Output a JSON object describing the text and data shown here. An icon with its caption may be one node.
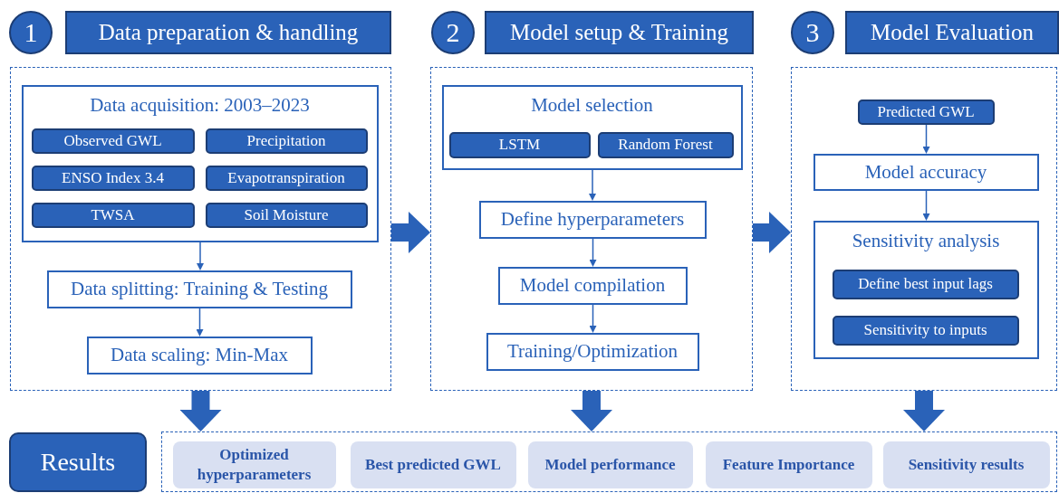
{
  "diagram": {
    "nodes": [
      {
        "text": [
          "1"
        ]
      },
      {
        "text": [
          "Data preparation & handling"
        ]
      },
      {
        "text": [
          "2"
        ]
      },
      {
        "text": [
          "Model setup & Training"
        ]
      },
      {
        "text": [
          "3"
        ]
      },
      {
        "text": [
          "Model Evaluation"
        ]
      },
      {
        "text": [],
        "shape": "box"
      },
      {
        "text": [
          "Data acquisition: 2003–2023"
        ],
        "in": 6
      },
      {
        "text": [
          "Observed GWL"
        ],
        "in": 7
      },
      {
        "text": [
          "Precipitation"
        ],
        "in": 7
      },
      {
        "text": [
          "ENSO Index 3.4"
        ],
        "in": 7
      },
      {
        "text": [
          "Evapotranspiration"
        ],
        "in": 7
      },
      {
        "text": [
          "TWSA"
        ],
        "in": 7
      },
      {
        "text": [
          "Soil Moisture"
        ],
        "in": 7
      },
      {
        "text": [
          "Data splitting: Training & Testing"
        ],
        "in": 6
      },
      {
        "text": [
          "Data scaling: Min-Max"
        ],
        "in": 6
      },
      {
        "text": [],
        "shape": "box"
      },
      {
        "text": [
          "Model selection"
        ],
        "in": 16
      },
      {
        "text": [
          "LSTM"
        ],
        "in": 17
      },
      {
        "text": [
          "Random Forest"
        ],
        "in": 17
      },
      {
        "text": [
          "Define hyperparameters"
        ],
        "in": 16
      },
      {
        "text": [
          "Model compilation"
        ],
        "in": 16
      },
      {
        "text": [
          "Training/Optimization"
        ],
        "in": 16
      },
      {
        "text": [],
        "shape": "box"
      },
      {
        "text": [
          "Predicted GWL"
        ],
        "in": 23
      },
      {
        "text": [
          "Model accuracy"
        ],
        "in": 23
      },
      {
        "text": [
          "Sensitivity analysis"
        ],
        "in": 23
      },
      {
        "text": [
          "Define best input lags"
        ],
        "in": 26
      },
      {
        "text": [
          "Sensitivity to inputs"
        ],
        "in": 26
      },
      {
        "text": [
          "Results"
        ]
      },
      {
        "text": [],
        "shape": "box"
      },
      {
        "text": [
          "Optimized hyperparameters"
        ],
        "in": 30
      },
      {
        "text": [
          "Best predicted GWL"
        ],
        "in": 30
      },
      {
        "text": [
          "Model performance"
        ],
        "in": 30
      },
      {
        "text": [
          "Feature Importance"
        ],
        "in": 30
      },
      {
        "text": [
          "Sensitivity results"
        ],
        "in": 30
      }
    ],
    "edges": [
      {
        "from": 7,
        "to": 14,
        "arrow": "to"
      },
      {
        "from": 14,
        "to": 15,
        "arrow": "to"
      },
      {
        "from": 17,
        "to": 20,
        "arrow": "to"
      },
      {
        "from": 20,
        "to": 21,
        "arrow": "to"
      },
      {
        "from": 21,
        "to": 22,
        "arrow": "to"
      },
      {
        "from": 24,
        "to": 25,
        "arrow": "to"
      },
      {
        "from": 25,
        "to": 26,
        "arrow": "to"
      },
      {
        "from": 6,
        "to": 16,
        "arrow": "to",
        "style": "thick"
      },
      {
        "from": 16,
        "to": 23,
        "arrow": "to",
        "style": "thick"
      },
      {
        "from": 6,
        "to": 30,
        "arrow": "to",
        "style": "thick"
      },
      {
        "from": 16,
        "to": 30,
        "arrow": "to",
        "style": "thick"
      },
      {
        "from": 23,
        "to": 30,
        "arrow": "to",
        "style": "thick"
      }
    ]
  }
}
